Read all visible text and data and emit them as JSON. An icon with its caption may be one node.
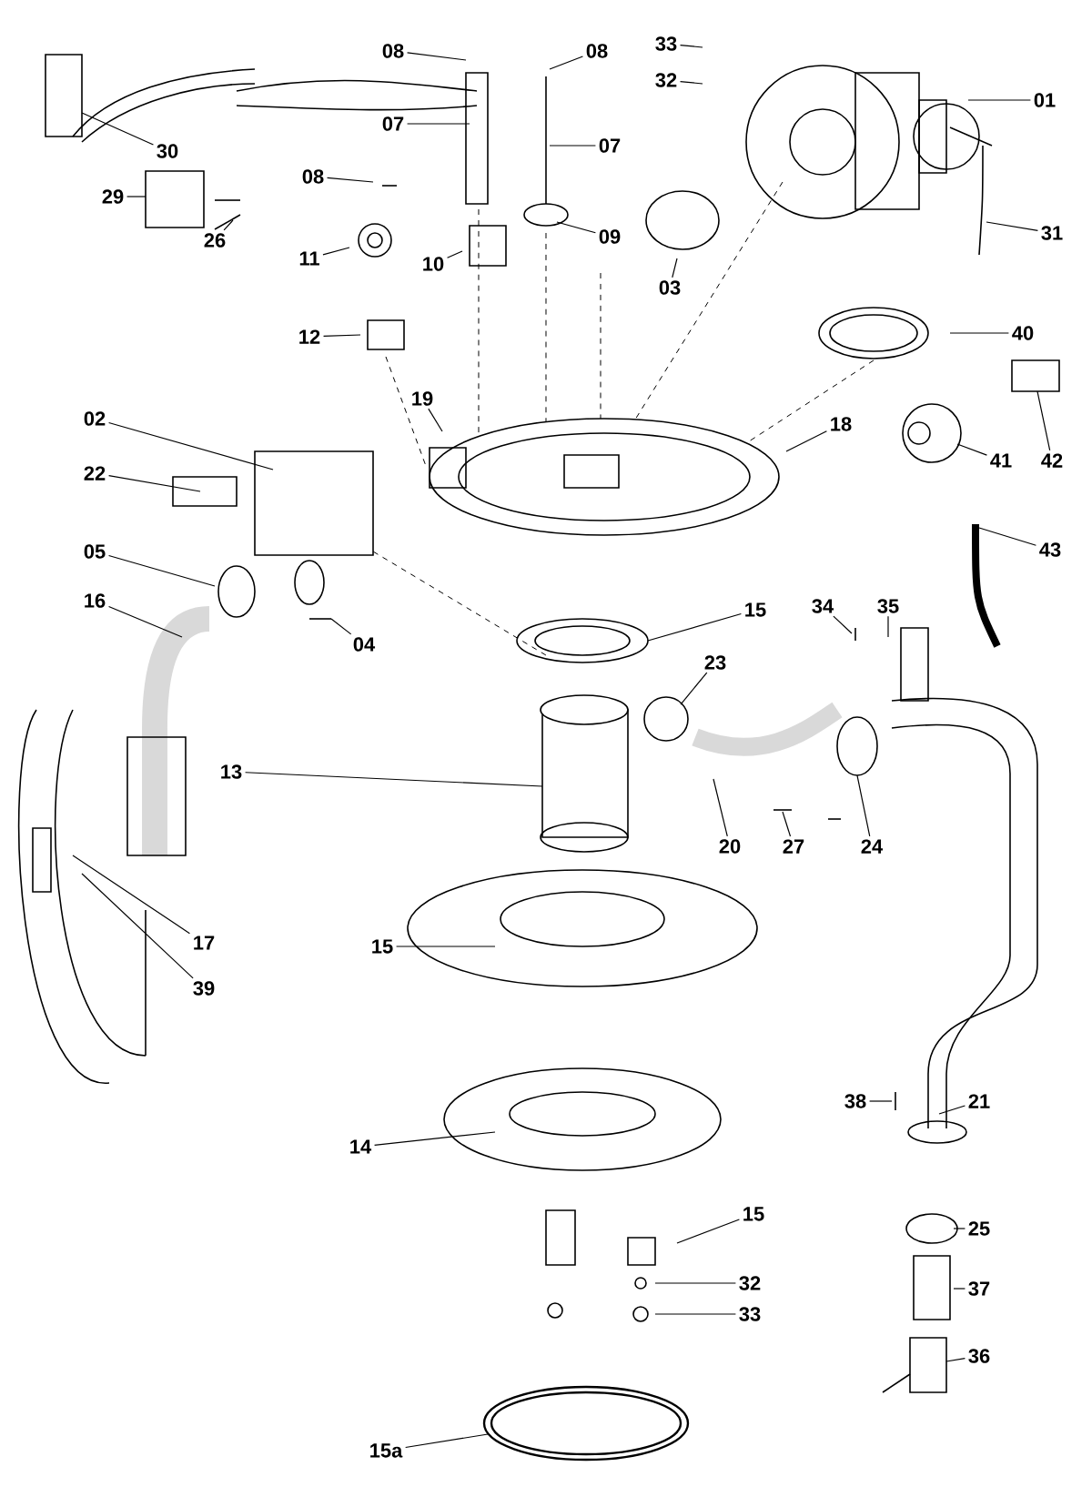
{
  "diagram": {
    "nodes": [
      {
        "text": [
          "30"
        ]
      },
      {
        "text": [
          "08"
        ]
      },
      {
        "text": [
          "08"
        ]
      },
      {
        "text": [
          "33"
        ]
      },
      {
        "text": [
          "32"
        ]
      },
      {
        "text": [
          "01"
        ]
      },
      {
        "text": [
          "07"
        ]
      },
      {
        "text": [
          "07"
        ]
      },
      {
        "text": [
          "29"
        ]
      },
      {
        "text": [
          "08"
        ]
      },
      {
        "text": [
          "31"
        ]
      },
      {
        "text": [
          "26"
        ]
      },
      {
        "text": [
          "11"
        ]
      },
      {
        "text": [
          "10"
        ]
      },
      {
        "text": [
          "09"
        ]
      },
      {
        "text": [
          "03"
        ]
      },
      {
        "text": [
          "40"
        ]
      },
      {
        "text": [
          "12"
        ]
      },
      {
        "text": [
          "02"
        ]
      },
      {
        "text": [
          "18"
        ]
      },
      {
        "text": [
          "19"
        ]
      },
      {
        "text": [
          "22"
        ]
      },
      {
        "text": [
          "41"
        ]
      },
      {
        "text": [
          "42"
        ]
      },
      {
        "text": [
          "05"
        ]
      },
      {
        "text": [
          "16"
        ]
      },
      {
        "text": [
          "04"
        ]
      },
      {
        "text": [
          "15"
        ]
      },
      {
        "text": [
          "43"
        ]
      },
      {
        "text": [
          "34"
        ]
      },
      {
        "text": [
          "35"
        ]
      },
      {
        "text": [
          "23"
        ]
      },
      {
        "text": [
          "13"
        ]
      },
      {
        "text": [
          "20"
        ]
      },
      {
        "text": [
          "27"
        ]
      },
      {
        "text": [
          "24"
        ]
      },
      {
        "text": [
          "17"
        ]
      },
      {
        "text": [
          "39"
        ]
      },
      {
        "text": [
          "15"
        ]
      },
      {
        "text": [
          "14"
        ]
      },
      {
        "text": [
          "38"
        ]
      },
      {
        "text": [
          "21"
        ]
      },
      {
        "text": [
          "15"
        ]
      },
      {
        "text": [
          "25"
        ]
      },
      {
        "text": [
          "32"
        ]
      },
      {
        "text": [
          "37"
        ]
      },
      {
        "text": [
          "33"
        ]
      },
      {
        "text": [
          "36"
        ]
      },
      {
        "text": [
          "15a"
        ]
      }
    ],
    "edges": [
      {
        "from": 0,
        "to": null,
        "arrow": "none"
      },
      {
        "from": 1,
        "to": null,
        "arrow": "none"
      },
      {
        "from": 2,
        "to": null,
        "arrow": "none"
      },
      {
        "from": 3,
        "to": null,
        "arrow": "none"
      },
      {
        "from": 4,
        "to": null,
        "arrow": "none"
      },
      {
        "from": 5,
        "to": null,
        "arrow": "none"
      },
      {
        "from": 6,
        "to": null,
        "arrow": "none"
      },
      {
        "from": 7,
        "to": null,
        "arrow": "none"
      },
      {
        "from": 8,
        "to": null,
        "arrow": "none"
      },
      {
        "from": 9,
        "to": null,
        "arrow": "none"
      },
      {
        "from": 10,
        "to": null,
        "arrow": "none"
      },
      {
        "from": 11,
        "to": null,
        "arrow": "none"
      },
      {
        "from": 12,
        "to": null,
        "arrow": "none"
      },
      {
        "from": 13,
        "to": null,
        "arrow": "none"
      },
      {
        "from": 14,
        "to": null,
        "arrow": "none"
      },
      {
        "from": 15,
        "to": null,
        "arrow": "none"
      },
      {
        "from": 16,
        "to": null,
        "arrow": "none"
      },
      {
        "from": 17,
        "to": null,
        "arrow": "none"
      },
      {
        "from": 18,
        "to": null,
        "arrow": "none"
      },
      {
        "from": 19,
        "to": null,
        "arrow": "none"
      },
      {
        "from": 20,
        "to": null,
        "arrow": "none"
      },
      {
        "from": 21,
        "to": null,
        "arrow": "none"
      },
      {
        "from": 22,
        "to": null,
        "arrow": "none"
      },
      {
        "from": 23,
        "to": null,
        "arrow": "none"
      },
      {
        "from": 24,
        "to": null,
        "arrow": "none"
      },
      {
        "from": 25,
        "to": null,
        "arrow": "none"
      },
      {
        "from": 26,
        "to": null,
        "arrow": "none"
      },
      {
        "from": 27,
        "to": null,
        "arrow": "none"
      },
      {
        "from": 28,
        "to": null,
        "arrow": "none"
      },
      {
        "from": 29,
        "to": null,
        "arrow": "none"
      },
      {
        "from": 30,
        "to": null,
        "arrow": "none"
      },
      {
        "from": 31,
        "to": null,
        "arrow": "none"
      },
      {
        "from": 32,
        "to": null,
        "arrow": "none"
      },
      {
        "from": 33,
        "to": null,
        "arrow": "none"
      },
      {
        "from": 34,
        "to": null,
        "arrow": "none"
      },
      {
        "from": 35,
        "to": null,
        "arrow": "none"
      },
      {
        "from": 36,
        "to": null,
        "arrow": "none"
      },
      {
        "from": 37,
        "to": null,
        "arrow": "none"
      },
      {
        "from": 38,
        "to": null,
        "arrow": "none"
      },
      {
        "from": 39,
        "to": null,
        "arrow": "none"
      },
      {
        "from": 40,
        "to": null,
        "arrow": "none"
      },
      {
        "from": 41,
        "to": null,
        "arrow": "none"
      },
      {
        "from": 42,
        "to": null,
        "arrow": "none"
      },
      {
        "from": 43,
        "to": null,
        "arrow": "none"
      },
      {
        "from": 44,
        "to": null,
        "arrow": "none"
      },
      {
        "from": 45,
        "to": null,
        "arrow": "none"
      },
      {
        "from": 46,
        "to": null,
        "arrow": "none"
      },
      {
        "from": 47,
        "to": null,
        "arrow": "none"
      },
      {
        "from": 48,
        "to": null,
        "arrow": "none"
      }
    ]
  }
}
